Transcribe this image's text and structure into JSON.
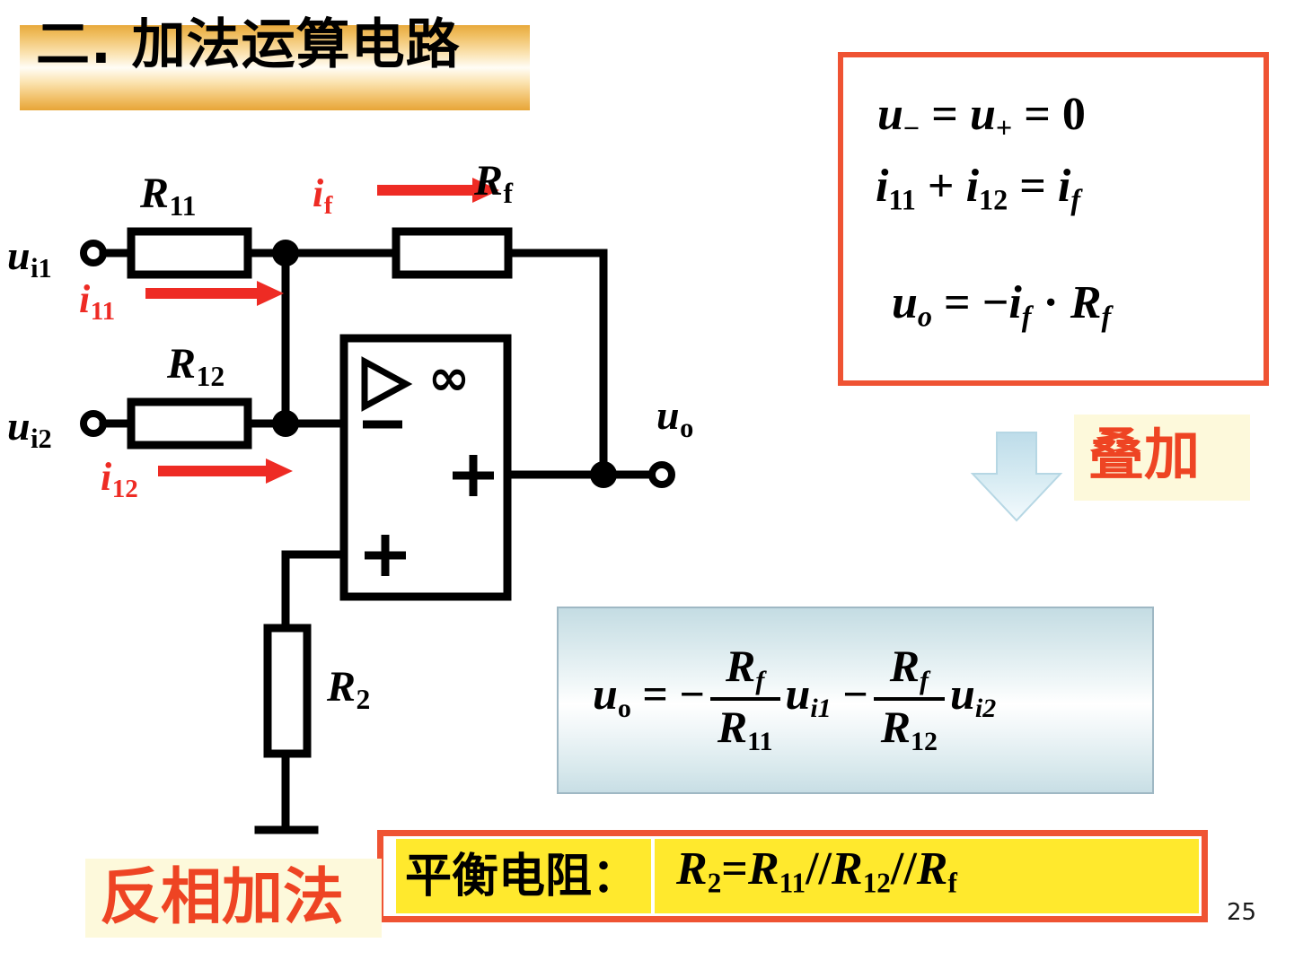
{
  "slide": {
    "title": "二. 加法运算电路",
    "page_number": "25"
  },
  "circuit": {
    "input1_label": "u",
    "input1_sub": "i1",
    "input2_label": "u",
    "input2_sub": "i2",
    "output_label": "u",
    "output_sub": "o",
    "r11_label": "R",
    "r11_sub": "11",
    "r12_label": "R",
    "r12_sub": "12",
    "rf_label": "R",
    "rf_sub": "f",
    "r2_label": "R",
    "r2_sub": "2",
    "i11_label": "i",
    "i11_sub": "11",
    "i12_label": "i",
    "i12_sub": "12",
    "if_label": "i",
    "if_sub": "f",
    "opamp_gain_symbol": "∞",
    "opamp_triangle_symbol": "▷",
    "opamp_inverting_symbol": "−",
    "opamp_noninverting_symbol": "+",
    "opamp_output_symbol": "+",
    "current_arrow_color": "#ee2b24"
  },
  "formula_box": {
    "border_color": "#ef5333",
    "equations": [
      {
        "id": "eq-virtual-short",
        "text": "u_ = u+ = 0"
      },
      {
        "id": "eq-kcl",
        "text": "i11 + i12 = if"
      },
      {
        "id": "eq-output",
        "text": "uo = -if · Rf"
      }
    ]
  },
  "superposition": {
    "arrow_name": "down-arrow",
    "arrow_color": "#cfe5ee",
    "label": "叠加",
    "label_color": "#ee4423",
    "label_bg": "#fdf9db"
  },
  "result_box": {
    "bg_top": "#c4dce3",
    "equation_text": "uo = - (Rf/R11) ui1 - (Rf/R12) ui2",
    "lhs": "u",
    "lhs_sub": "o",
    "equals": "=",
    "minus1": "−",
    "frac1_num": "R",
    "frac1_num_sub": "f",
    "frac1_den": "R",
    "frac1_den_sub": "11",
    "term1": "u",
    "term1_sub": "i1",
    "minus2": "−",
    "frac2_num": "R",
    "frac2_num_sub": "f",
    "frac2_den": "R",
    "frac2_den_sub": "12",
    "term2": "u",
    "term2_sub": "i2"
  },
  "balance_bar": {
    "border_color": "#ef5333",
    "bg_color": "#ffe92d",
    "label": "平衡电阻：",
    "formula_lhs": "R",
    "formula_lhs_sub": "2",
    "formula_equals": "=",
    "formula_r11": "R",
    "formula_r11_sub": "11",
    "slash1": "//",
    "formula_r12": "R",
    "formula_r12_sub": "12",
    "slash2": "//",
    "formula_rf": "R",
    "formula_rf_sub": "f"
  },
  "inverting": {
    "label": "反相加法",
    "color": "#ee4423",
    "bg": "#fdf9db"
  }
}
